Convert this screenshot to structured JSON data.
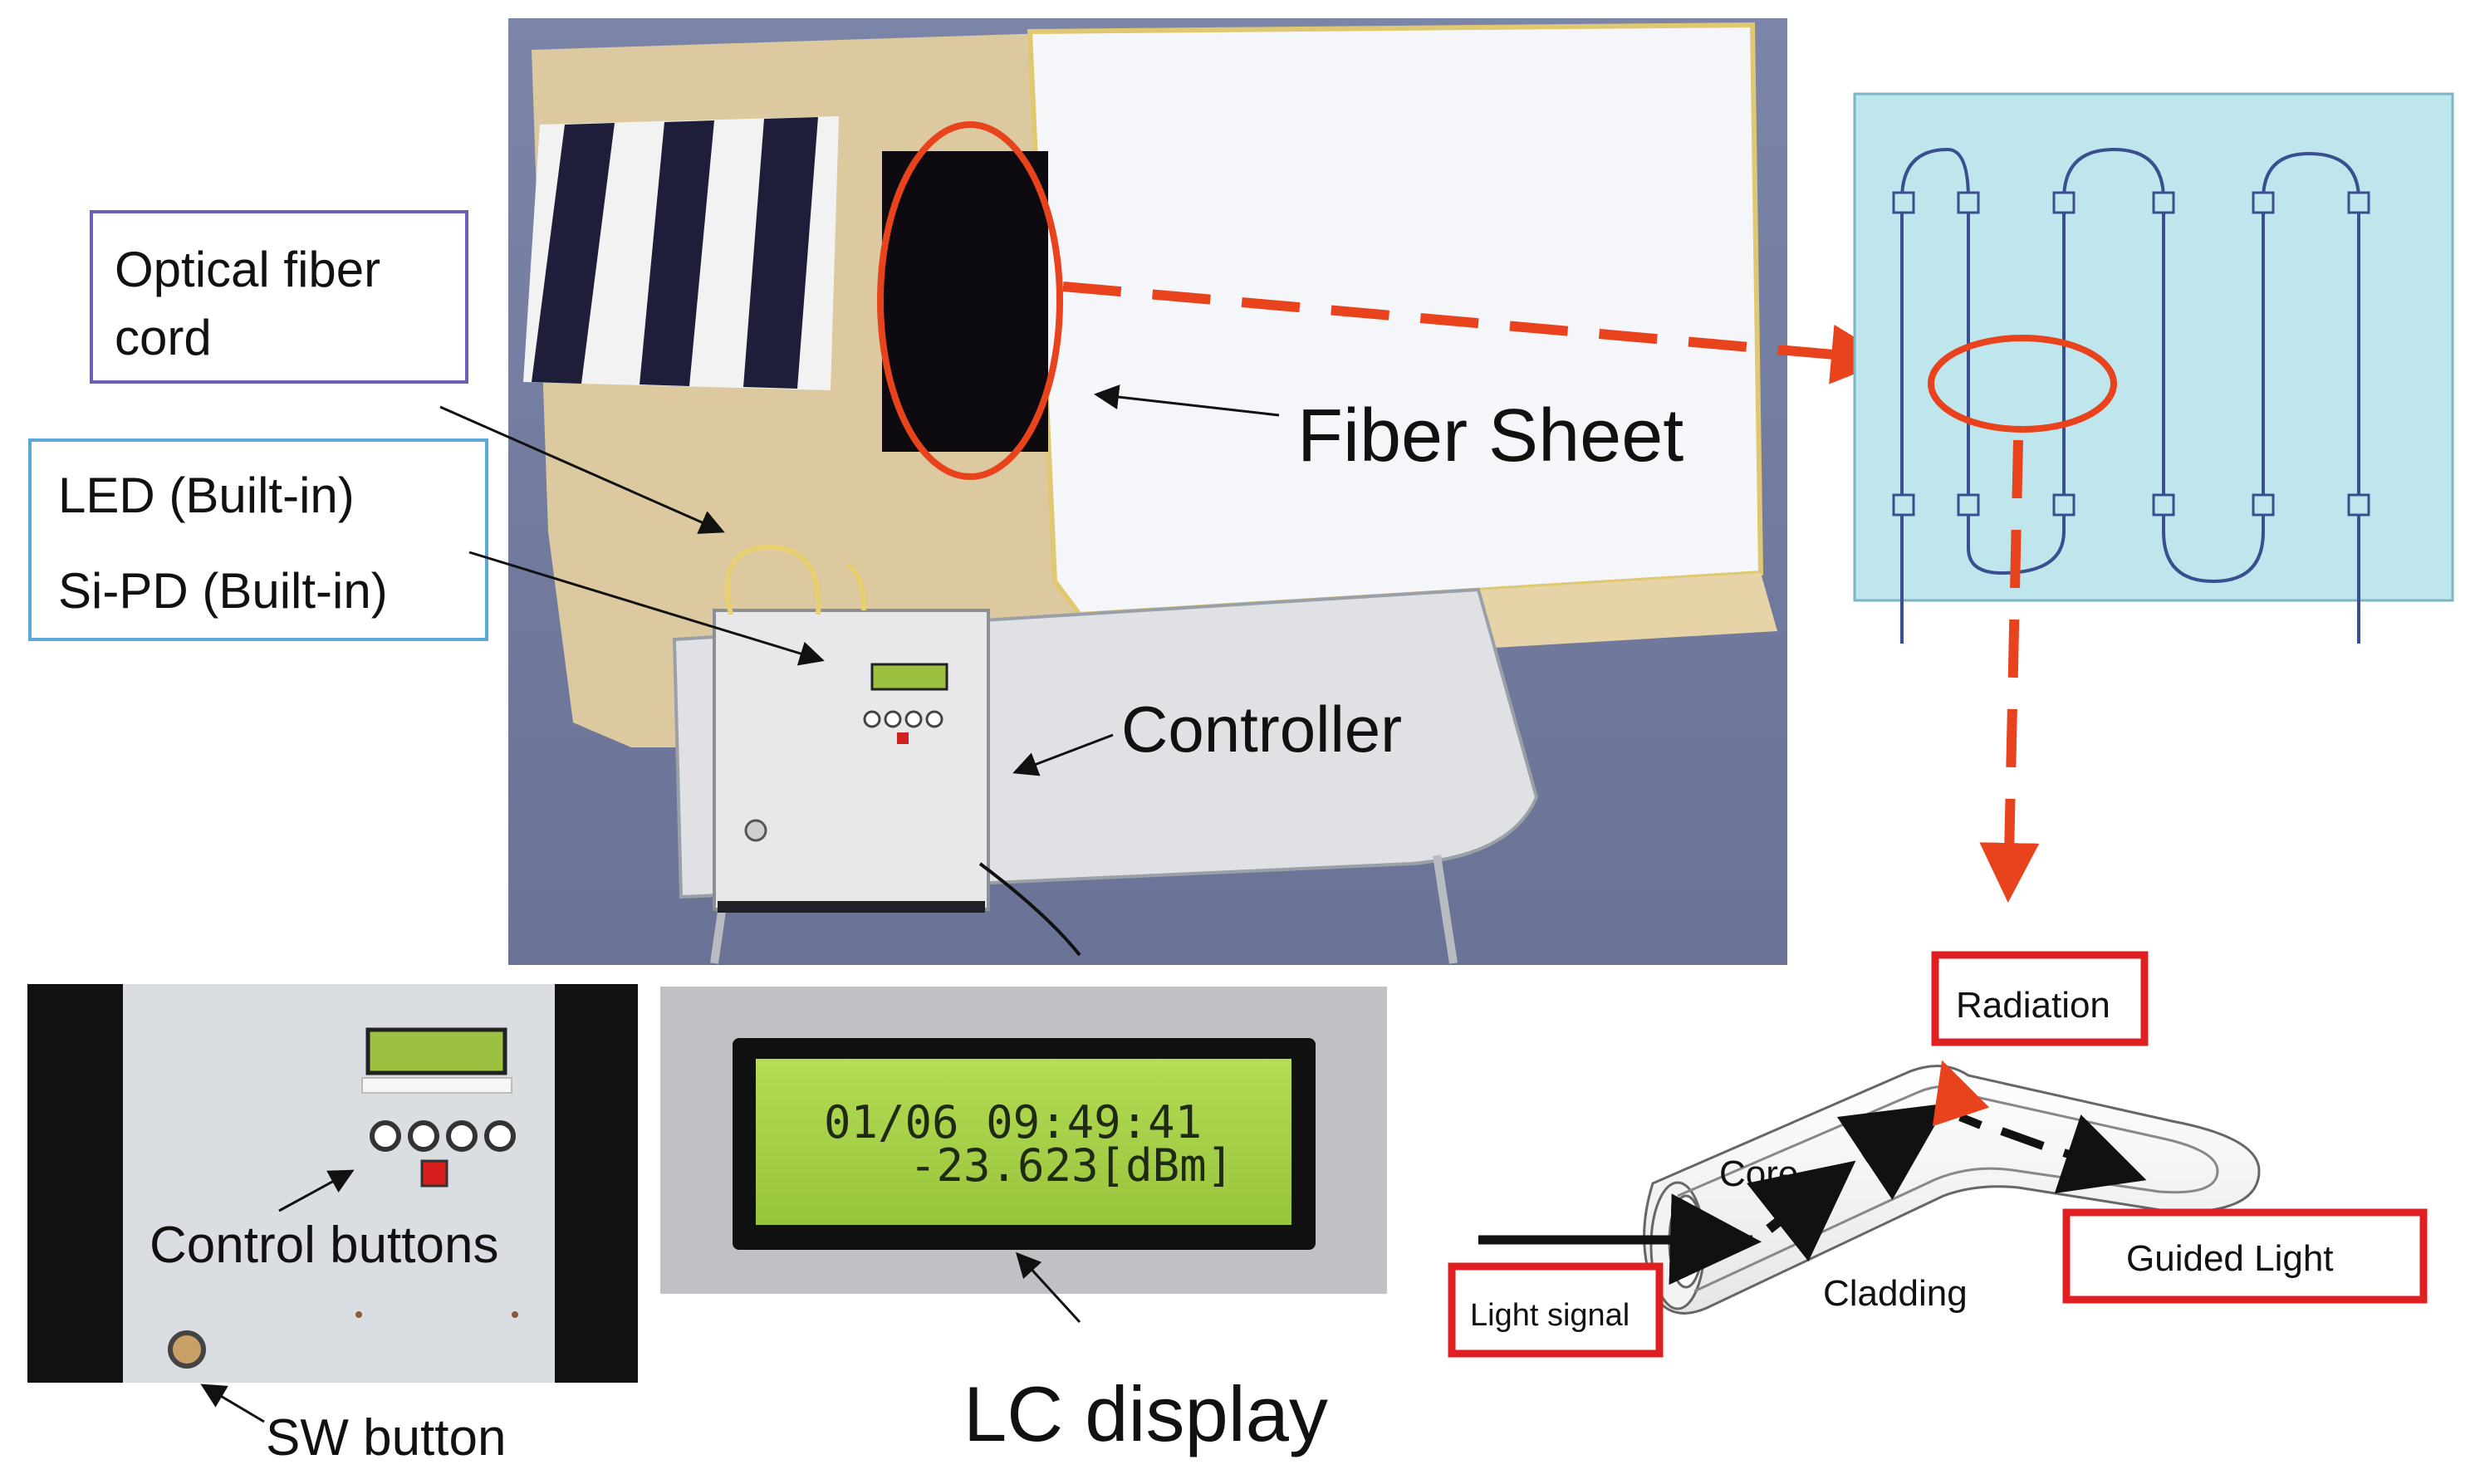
{
  "photo_labels": {
    "optical_fiber_cord_line1": "Optical fiber",
    "optical_fiber_cord_line2": "cord",
    "led_builtin": "LED (Built-in)",
    "sipd_builtin": "Si-PD (Built-in)",
    "fiber_sheet": "Fiber Sheet",
    "controller": "Controller"
  },
  "panel_labels": {
    "control_buttons": "Control buttons",
    "sw_button": "SW button",
    "lc_display": "LC display"
  },
  "lcd": {
    "line1": "01/06 09:49:41",
    "line2": "-23.623[dBm]"
  },
  "fiber_diagram": {
    "radiation": "Radiation",
    "core": "Core",
    "cladding": "Cladding",
    "light_signal": "Light signal",
    "guided_light": "Guided Light"
  },
  "colors": {
    "highlight_red": "#e8431c",
    "label_box_red": "#e02020",
    "sheet_schematic_bg": "#bfe6ec",
    "fiber_line_blue": "#3a4f8f",
    "lcd_green": "#a8d24a",
    "box_purple": "#6b5fb5",
    "box_blue": "#5aa8d8"
  }
}
